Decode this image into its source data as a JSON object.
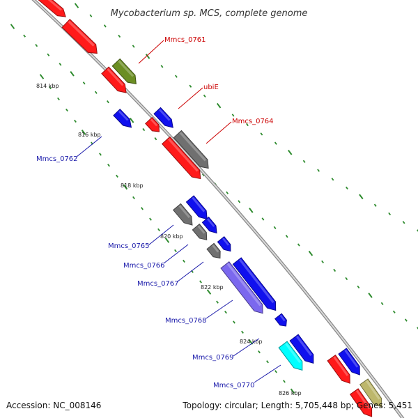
{
  "title": "Mycobacterium sp. MCS, complete genome",
  "footer": {
    "accession": "Accession: NC_008146",
    "summary": "Topology: circular; Length: 5,705,448 bp; Genes: 5,451"
  },
  "ticks": [
    "814 kbp",
    "816 kbp",
    "818 kbp",
    "820 kbp",
    "822 kbp",
    "824 kbp",
    "826 kbp"
  ],
  "colors": {
    "red": "#ff1a1a",
    "blue": "#1010ee",
    "gray": "#707070",
    "olive": "#6b8e23",
    "purple": "#7b68ee",
    "cyan": "#00ffff",
    "khaki": "#bdb76b",
    "label_red": "#cc0000",
    "label_blue": "#1a1aaa"
  },
  "genes": [
    {
      "id": "g-red-a",
      "color": "red"
    },
    {
      "id": "g-red-b",
      "color": "red"
    },
    {
      "id": "g-red-c",
      "color": "red"
    },
    {
      "id": "Mmcs_0761",
      "color": "olive"
    },
    {
      "id": "Mmcs_0762",
      "color": "blue"
    },
    {
      "id": "ubiE",
      "color": "blue"
    },
    {
      "id": "g-red-d",
      "color": "red"
    },
    {
      "id": "g-red-e",
      "color": "red"
    },
    {
      "id": "Mmcs_0764",
      "color": "gray"
    },
    {
      "id": "Mmcs_0765",
      "color": "gray"
    },
    {
      "id": "g-blue-a",
      "color": "blue"
    },
    {
      "id": "Mmcs_0766",
      "color": "gray"
    },
    {
      "id": "g-blue-b",
      "color": "blue"
    },
    {
      "id": "Mmcs_0767",
      "color": "gray"
    },
    {
      "id": "g-blue-c",
      "color": "blue"
    },
    {
      "id": "g-blue-d",
      "color": "blue"
    },
    {
      "id": "Mmcs_0768",
      "color": "purple"
    },
    {
      "id": "g-blue-e",
      "color": "blue"
    },
    {
      "id": "Mmcs_0769",
      "color": "cyan"
    },
    {
      "id": "Mmcs_0770",
      "color": "blue"
    },
    {
      "id": "g-red-f",
      "color": "red"
    },
    {
      "id": "g-blue-f",
      "color": "blue"
    },
    {
      "id": "g-red-g",
      "color": "red"
    },
    {
      "id": "g-khaki-a",
      "color": "khaki"
    }
  ],
  "labels": [
    {
      "text": "Mmcs_0761",
      "color": "label_red"
    },
    {
      "text": "ubiE",
      "color": "label_red"
    },
    {
      "text": "Mmcs_0764",
      "color": "label_red"
    },
    {
      "text": "Mmcs_0762",
      "color": "label_blue"
    },
    {
      "text": "Mmcs_0765",
      "color": "label_blue"
    },
    {
      "text": "Mmcs_0766",
      "color": "label_blue"
    },
    {
      "text": "Mmcs_0767",
      "color": "label_blue"
    },
    {
      "text": "Mmcs_0768",
      "color": "label_blue"
    },
    {
      "text": "Mmcs_0769",
      "color": "label_blue"
    },
    {
      "text": "Mmcs_0770",
      "color": "label_blue"
    }
  ]
}
